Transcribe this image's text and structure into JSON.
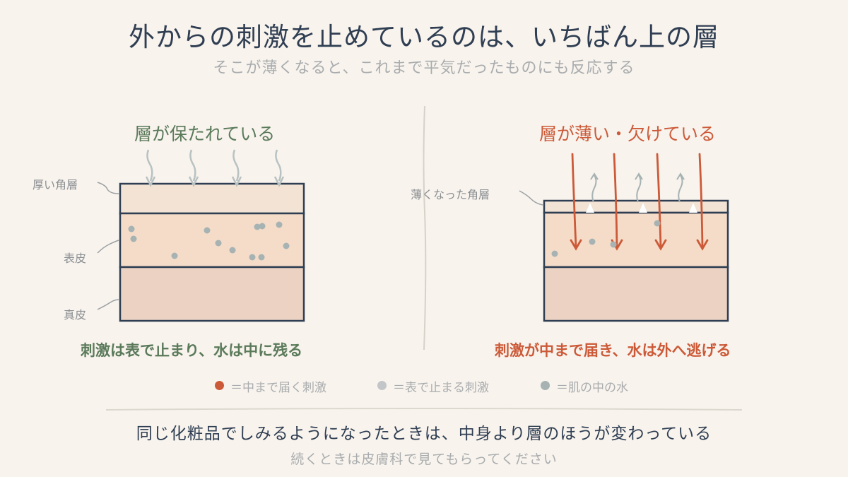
{
  "title": "外からの刺激を止めているのは、いちばん上の層",
  "subtitle": "そこが薄くなると、これまで平気だったものにも反応する",
  "left_panel": {
    "heading": "層が保たれている",
    "caption": "刺激は表で止まり、水は中に残る",
    "labels": {
      "top": "厚い角層",
      "middle": "表皮",
      "bottom": "真皮"
    }
  },
  "right_panel": {
    "heading": "層が薄い・欠けている",
    "caption": "刺激が中まで届き、水は外へ逃げる",
    "labels": {
      "top": "薄くなった角層"
    }
  },
  "legend": [
    {
      "label": "＝中まで届く刺激",
      "color": "#cc5a38"
    },
    {
      "label": "＝表で止まる刺激",
      "color": "#c2c6c8"
    },
    {
      "label": "＝肌の中の水",
      "color": "#a7b2b3"
    }
  ],
  "footer": {
    "main": "同じ化粧品でしみるようになったときは、中身より層のほうが変わっている",
    "sub": "続くときは皮膚科で見てもらってください"
  },
  "colors": {
    "background": "#f8f3ed",
    "stratum_corneum": "#f2e3d4",
    "epidermis": "#f5dcc8",
    "dermis": "#ecd2c2",
    "outline": "#2f3e52",
    "reaching_stimulus": "#cc5a38",
    "stopped_stimulus": "#b8c2c2",
    "water": "#a7b2b3"
  }
}
